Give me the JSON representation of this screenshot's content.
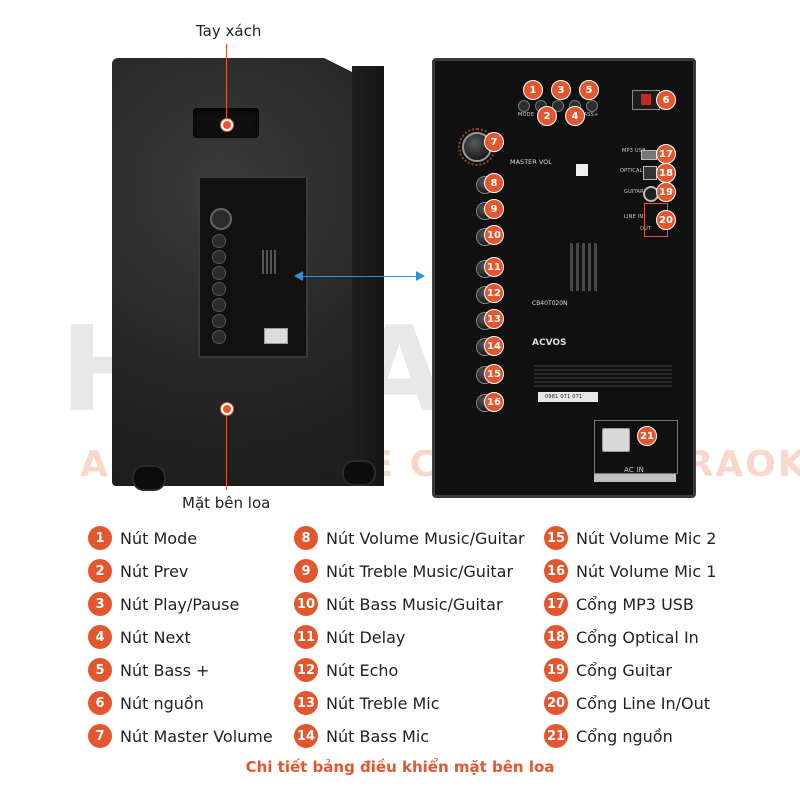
{
  "watermark": {
    "brand": "HDRADIO",
    "tagline": "AUDIO - HOME CINEMA - KARAOKE"
  },
  "colors": {
    "accent": "#e4572e",
    "link_arrow": "#2f8fd0",
    "speaker_body": "#262626"
  },
  "labels": {
    "handle": "Tay xách",
    "side": "Mặt bên loa"
  },
  "panel": {
    "master_vol": "MASTER VOL",
    "model": "CB40T020N",
    "brand": "ACVOS",
    "mp3_usb": "MP3 USB",
    "optical_in": "OPTICAL IN",
    "guitar": "GUITAR",
    "line_in": "LINE IN",
    "line_out": "OUT",
    "ac_in": "AC IN",
    "mode": "MODE",
    "bass_plus": "BASS+",
    "phone": "0981 071 071"
  },
  "legend": [
    {
      "num": "1",
      "text": "Nút Mode"
    },
    {
      "num": "2",
      "text": "Nút Prev"
    },
    {
      "num": "3",
      "text": "Nút Play/Pause"
    },
    {
      "num": "4",
      "text": "Nút Next"
    },
    {
      "num": "5",
      "text": "Nút Bass +"
    },
    {
      "num": "6",
      "text": "Nút nguồn"
    },
    {
      "num": "7",
      "text": "Nút Master Volume"
    },
    {
      "num": "8",
      "text": "Nút Volume Music/Guitar"
    },
    {
      "num": "9",
      "text": "Nút Treble Music/Guitar"
    },
    {
      "num": "10",
      "text": "Nút Bass Music/Guitar"
    },
    {
      "num": "11",
      "text": "Nút Delay"
    },
    {
      "num": "12",
      "text": "Nút Echo"
    },
    {
      "num": "13",
      "text": "Nút Treble Mic"
    },
    {
      "num": "14",
      "text": "Nút Bass Mic"
    },
    {
      "num": "15",
      "text": "Nút Volume Mic 2"
    },
    {
      "num": "16",
      "text": "Nút Volume Mic 1"
    },
    {
      "num": "17",
      "text": "Cổng MP3 USB"
    },
    {
      "num": "18",
      "text": "Cổng Optical In"
    },
    {
      "num": "19",
      "text": "Cổng Guitar"
    },
    {
      "num": "20",
      "text": "Cổng Line In/Out"
    },
    {
      "num": "21",
      "text": "Cổng nguồn"
    }
  ],
  "caption": "Chi tiết bảng điều khiển mặt bên loa"
}
